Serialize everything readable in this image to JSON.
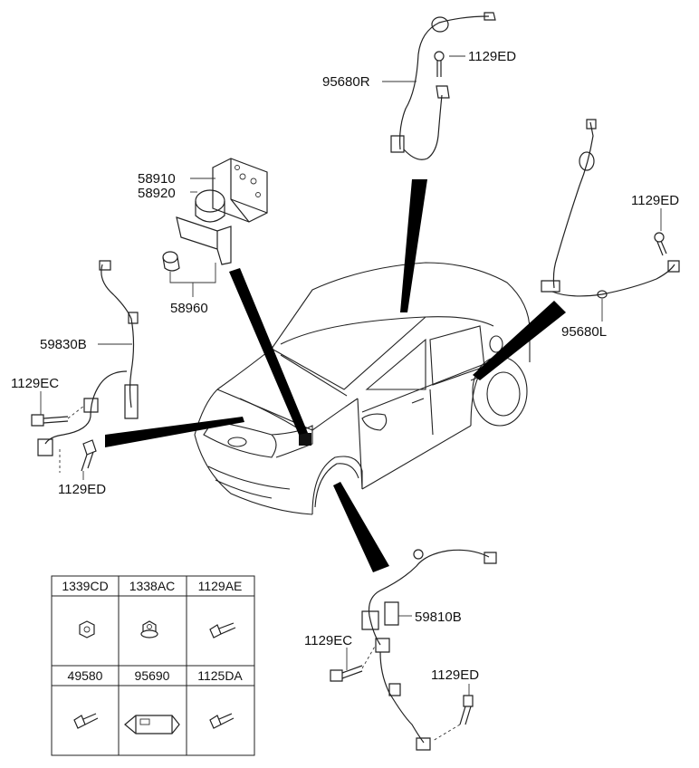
{
  "callouts": {
    "c58910": "58910",
    "c58920": "58920",
    "c58960": "58960",
    "c95680R": "95680R",
    "c1129ED_top": "1129ED",
    "c1129ED_right": "1129ED",
    "c95680L": "95680L",
    "c59830B": "59830B",
    "c1129EC_left": "1129EC",
    "c1129ED_left": "1129ED",
    "c59810B": "59810B",
    "c1129EC_bottom": "1129EC",
    "c1129ED_bottom": "1129ED"
  },
  "parts_table": {
    "headers_row1": [
      "1339CD",
      "1338AC",
      "1129AE"
    ],
    "headers_row2": [
      "49580",
      "95690",
      "1125DA"
    ]
  }
}
